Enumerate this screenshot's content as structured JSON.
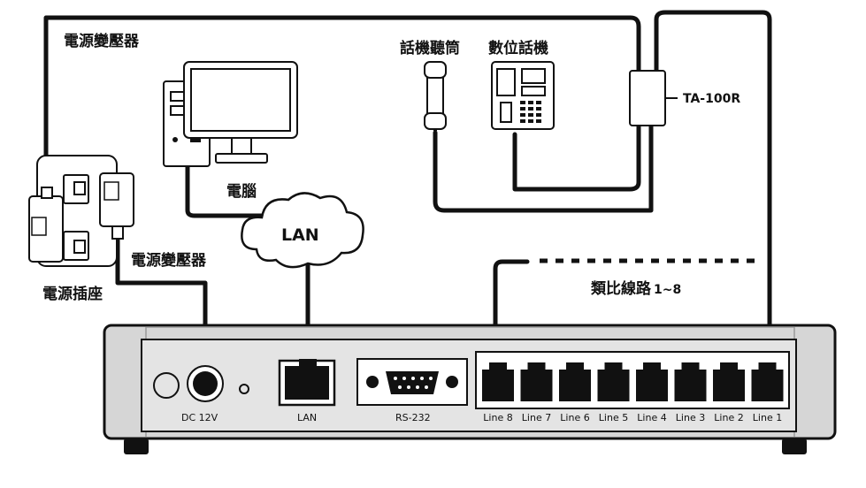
{
  "labels": {
    "adapter_top": "電源變壓器",
    "adapter_bottom": "電源變壓器",
    "power_strip": "電源插座",
    "computer": "電腦",
    "lan_cloud": "LAN",
    "handset": "話機聽筒",
    "digital_phone": "數位話機",
    "ta100r": "TA-100R",
    "analog_lines": "類比線路",
    "analog_lines_range": "1~8"
  },
  "ports": {
    "dc": "DC 12V",
    "lan": "LAN",
    "rs232": "RS-232",
    "lines": [
      "Line 8",
      "Line 7",
      "Line 6",
      "Line 5",
      "Line 4",
      "Line 3",
      "Line 2",
      "Line 1"
    ]
  }
}
